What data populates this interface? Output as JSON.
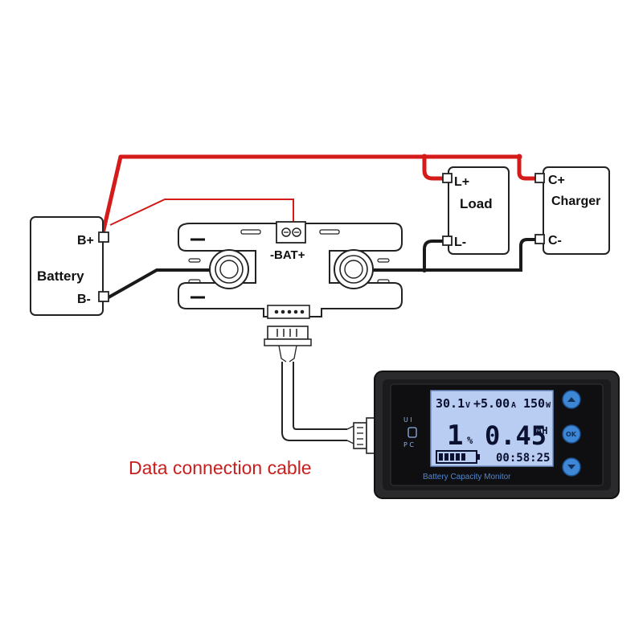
{
  "battery": {
    "title": "Battery",
    "pos": "B+",
    "neg": "B-"
  },
  "shunt": {
    "label": "-BAT+",
    "minus_top": "—",
    "minus_bottom": "—"
  },
  "load": {
    "title": "Load",
    "pos": "L+",
    "neg": "L-"
  },
  "charger": {
    "title": "Charger",
    "pos": "C+",
    "neg": "C-"
  },
  "caption": "Data connection cable",
  "meter": {
    "voltage": "30.1",
    "voltage_unit": "V",
    "current": "+5.00",
    "current_unit": "A",
    "power": "150",
    "power_unit": "W",
    "percent": "1",
    "percent_unit": "%",
    "capacity": "0.45",
    "capacity_unit": "AH",
    "time": "00:58:25",
    "side_top": "U I",
    "side_bottom": "P C",
    "footer": "Battery Capacity Monitor",
    "btn_ok": "OK"
  },
  "colors": {
    "positive_wire": "#d51a1a",
    "negative_wire": "#1a1a1a",
    "lcd_bg": "#b9cdf2",
    "button": "#3d87d6"
  }
}
